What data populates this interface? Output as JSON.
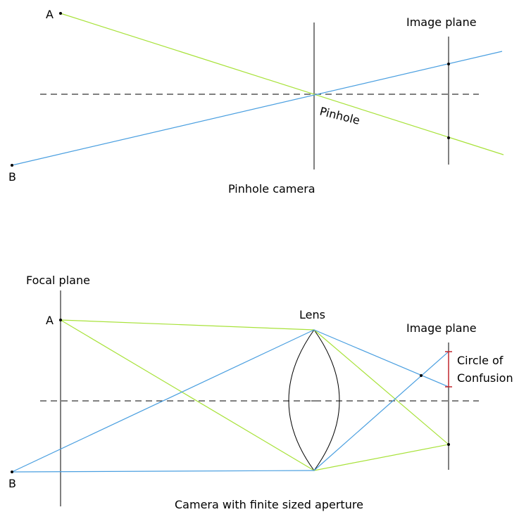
{
  "top_diagram": {
    "label_a": "A",
    "label_b": "B",
    "image_plane_label": "Image plane",
    "pinhole_label": "Pinhole",
    "caption": "Pinhole camera"
  },
  "bottom_diagram": {
    "focal_plane_label": "Focal plane",
    "label_a": "A",
    "label_b": "B",
    "lens_label": "Lens",
    "image_plane_label": "Image plane",
    "coc_line1": "Circle of",
    "coc_line2": "Confusion",
    "caption": "Camera with finite sized aperture"
  },
  "colors": {
    "ray_a": "#a8e23a",
    "ray_b": "#4a9fe0",
    "circle_of_confusion": "#c0272d",
    "line": "#000000"
  }
}
